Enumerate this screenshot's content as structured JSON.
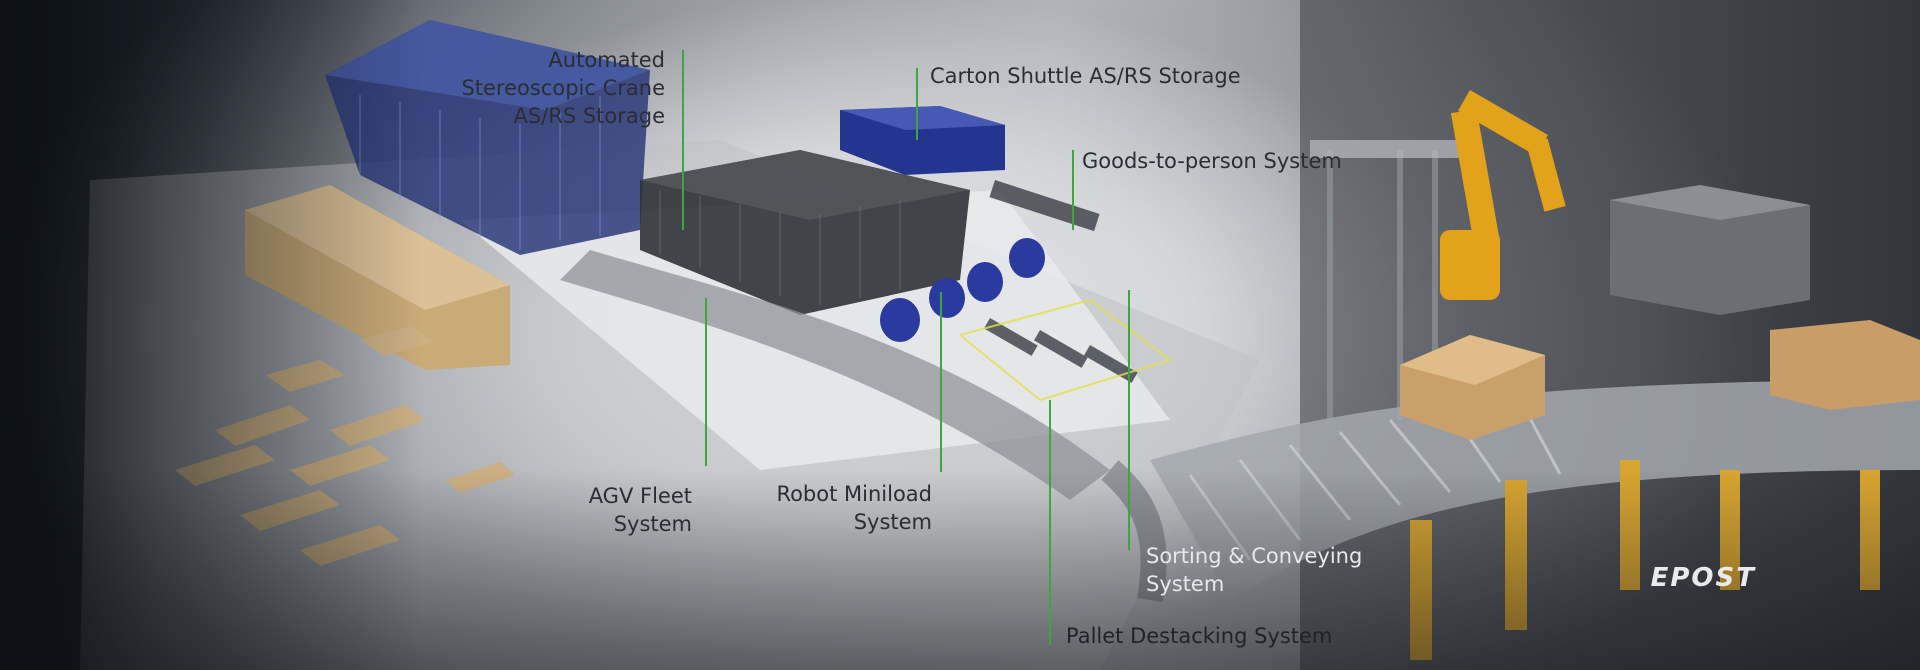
{
  "labels": {
    "asrs_crane": "Automated\nStereoscopic Crane\nAS/RS Storage",
    "carton_shuttle": "Carton Shuttle AS/RS Storage",
    "goods_to_person": "Goods-to-person System",
    "agv_fleet": "AGV Fleet\nSystem",
    "robot_miniload": "Robot Miniload\nSystem",
    "sorting_conveying": "Sorting & Conveying\nSystem",
    "pallet_destacking": "Pallet Destacking System"
  },
  "brand": "EPOST",
  "colors": {
    "leader_line": "#3fa63f",
    "label_text": "#2a2e33",
    "robot_arm": "#e2a21a",
    "rack_blue": "#2c3f9e"
  }
}
